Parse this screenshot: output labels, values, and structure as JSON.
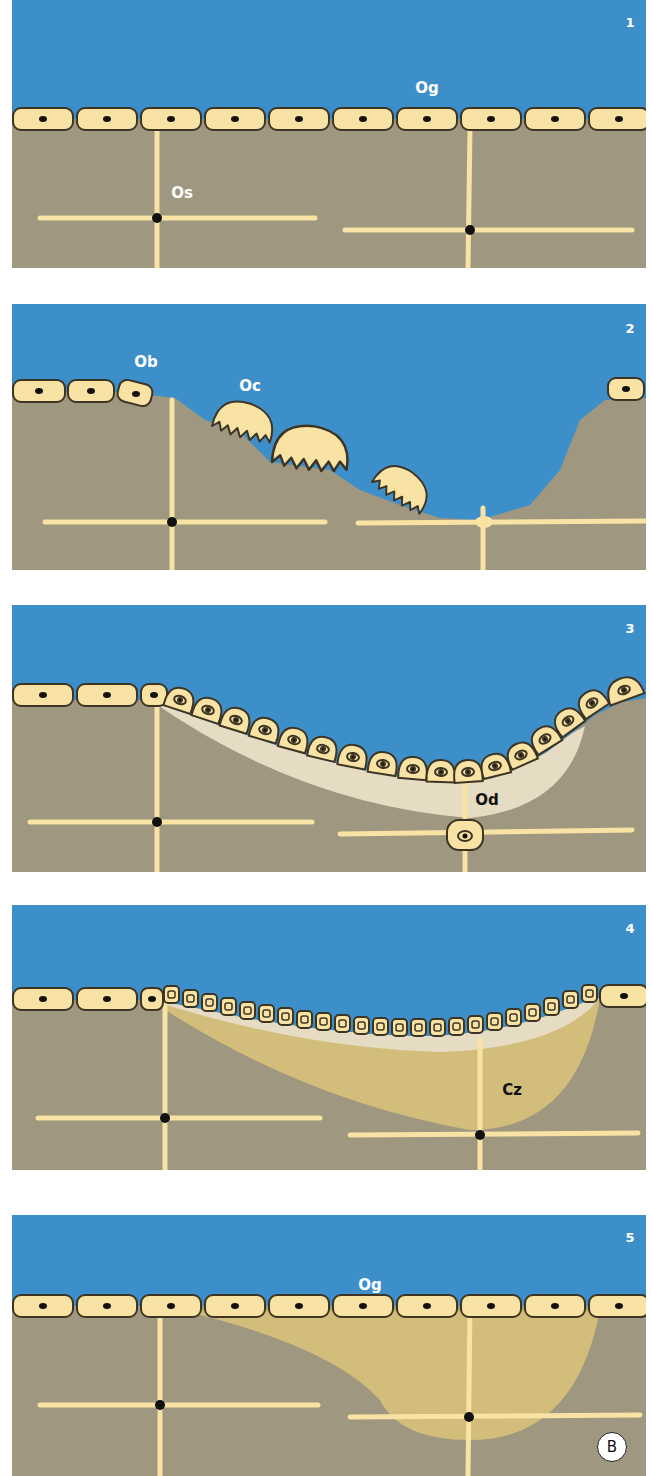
{
  "diagram": {
    "nodes": [
      {
        "text": [
          "B"
        ]
      }
    ],
    "labels": [
      "1",
      "Og",
      "Os",
      "2",
      "Ob",
      "Oc",
      "3",
      "Od",
      "4",
      "Cz",
      "5",
      "Og"
    ]
  }
}
